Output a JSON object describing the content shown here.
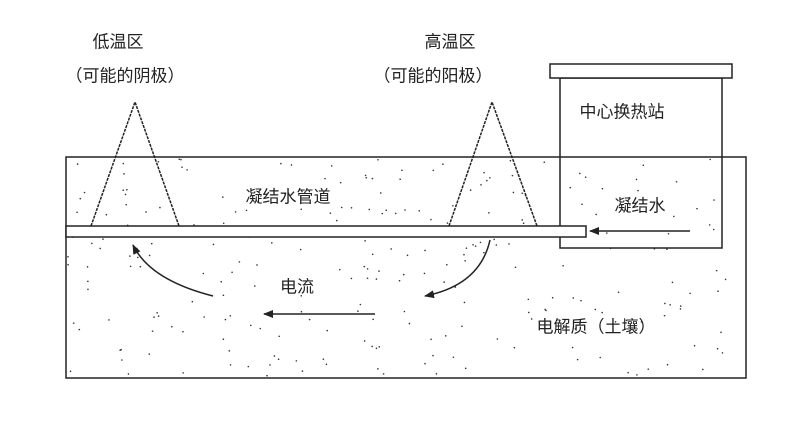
{
  "labels": {
    "low_temp_zone": "低温区",
    "low_temp_note": "（可能的阴极）",
    "high_temp_zone": "高温区",
    "high_temp_note": "（可能的阳极）",
    "heat_station": "中心换热站",
    "condensate_pipe": "凝结水管道",
    "condensate": "凝结水",
    "current": "电流",
    "electrolyte": "电解质（土壤）"
  },
  "colors": {
    "line": "#222222",
    "background": "#ffffff"
  }
}
